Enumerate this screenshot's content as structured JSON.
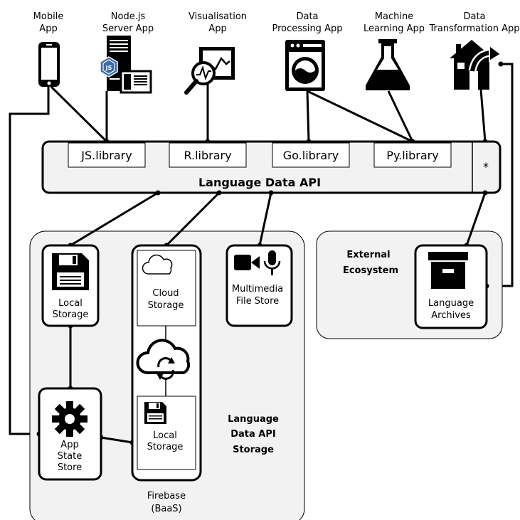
{
  "apps": [
    {
      "line1": "Mobile",
      "line2": "App",
      "icon": "mobile-phone-icon"
    },
    {
      "line1": "Node.js",
      "line2": "Server App",
      "icon": "nodejs-server-icon"
    },
    {
      "line1": "Visualisation",
      "line2": "App",
      "icon": "chart-magnifier-icon"
    },
    {
      "line1": "Data",
      "line2": "Processing App",
      "icon": "washing-machine-icon"
    },
    {
      "line1": "Machine",
      "line2": "Learning App",
      "icon": "flask-icon"
    },
    {
      "line1": "Data",
      "line2": "Transformation App",
      "icon": "house-arrow-icon"
    }
  ],
  "api": {
    "title": "Language Data API",
    "libraries": [
      "JS.library",
      "R.library",
      "Go.library",
      "Py.library"
    ],
    "wildcard": "*"
  },
  "storage": {
    "title_lines": [
      "Language",
      "Data API",
      "Storage"
    ],
    "local_storage": [
      "Local",
      "Storage"
    ],
    "app_state_store": [
      "App",
      "State",
      "Store"
    ],
    "cloud_storage": [
      "Cloud",
      "Storage"
    ],
    "firebase_local": [
      "Local",
      "Storage"
    ],
    "multimedia": [
      "Multimedia",
      "File Store"
    ],
    "firebase_label": [
      "Firebase",
      "(BaaS)"
    ]
  },
  "external": {
    "title_lines": [
      "External",
      "Ecosystem"
    ],
    "archives": [
      "Language",
      "Archives"
    ]
  }
}
